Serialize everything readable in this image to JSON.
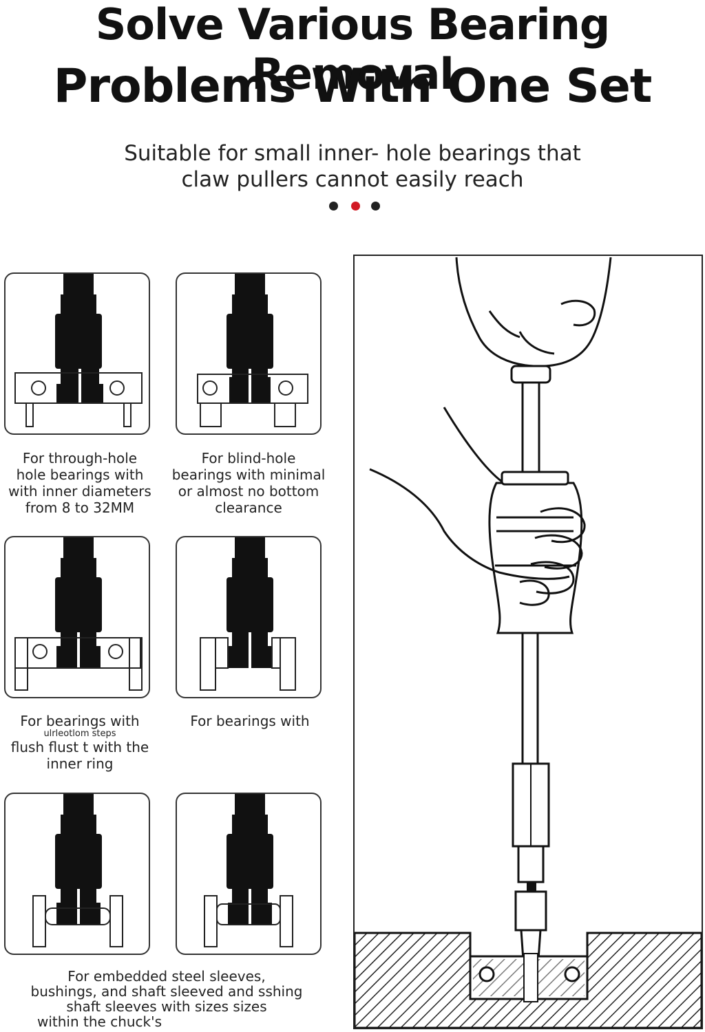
{
  "header": {
    "title_line1": "Solve Various Bearing Removal",
    "title_line2": "Problems With One Set",
    "subtitle_line1": "Suitable for small inner- hole bearings that",
    "subtitle_line2": "claw pullers cannot easily reach"
  },
  "pagination": {
    "dots": [
      {
        "color": "#222222",
        "active": false
      },
      {
        "color": "#d21a24",
        "active": true
      },
      {
        "color": "#222222",
        "active": false
      }
    ]
  },
  "cases": [
    {
      "lines": [
        "For through-hole",
        "hole bearings with",
        "with inner diameters",
        "from 8 to 32MM"
      ]
    },
    {
      "lines": [
        "For blind-hole",
        "bearings with minimal",
        "or almost no bottom",
        "clearance"
      ]
    },
    {
      "lines": [
        "For bearings with",
        "ulrleotlom steps",
        "flush flust t with the",
        "inner ring"
      ]
    },
    {
      "lines": [
        "For bearings with"
      ]
    },
    {
      "lines": [
        "For embedded steel sleeves,",
        "bushings, and shaft sleeved and sshing",
        "shaft sleeves with sizes sizes",
        "within the chuck's"
      ]
    }
  ],
  "colors": {
    "ink": "#111111",
    "accent": "#d21a24",
    "border": "#333333"
  }
}
